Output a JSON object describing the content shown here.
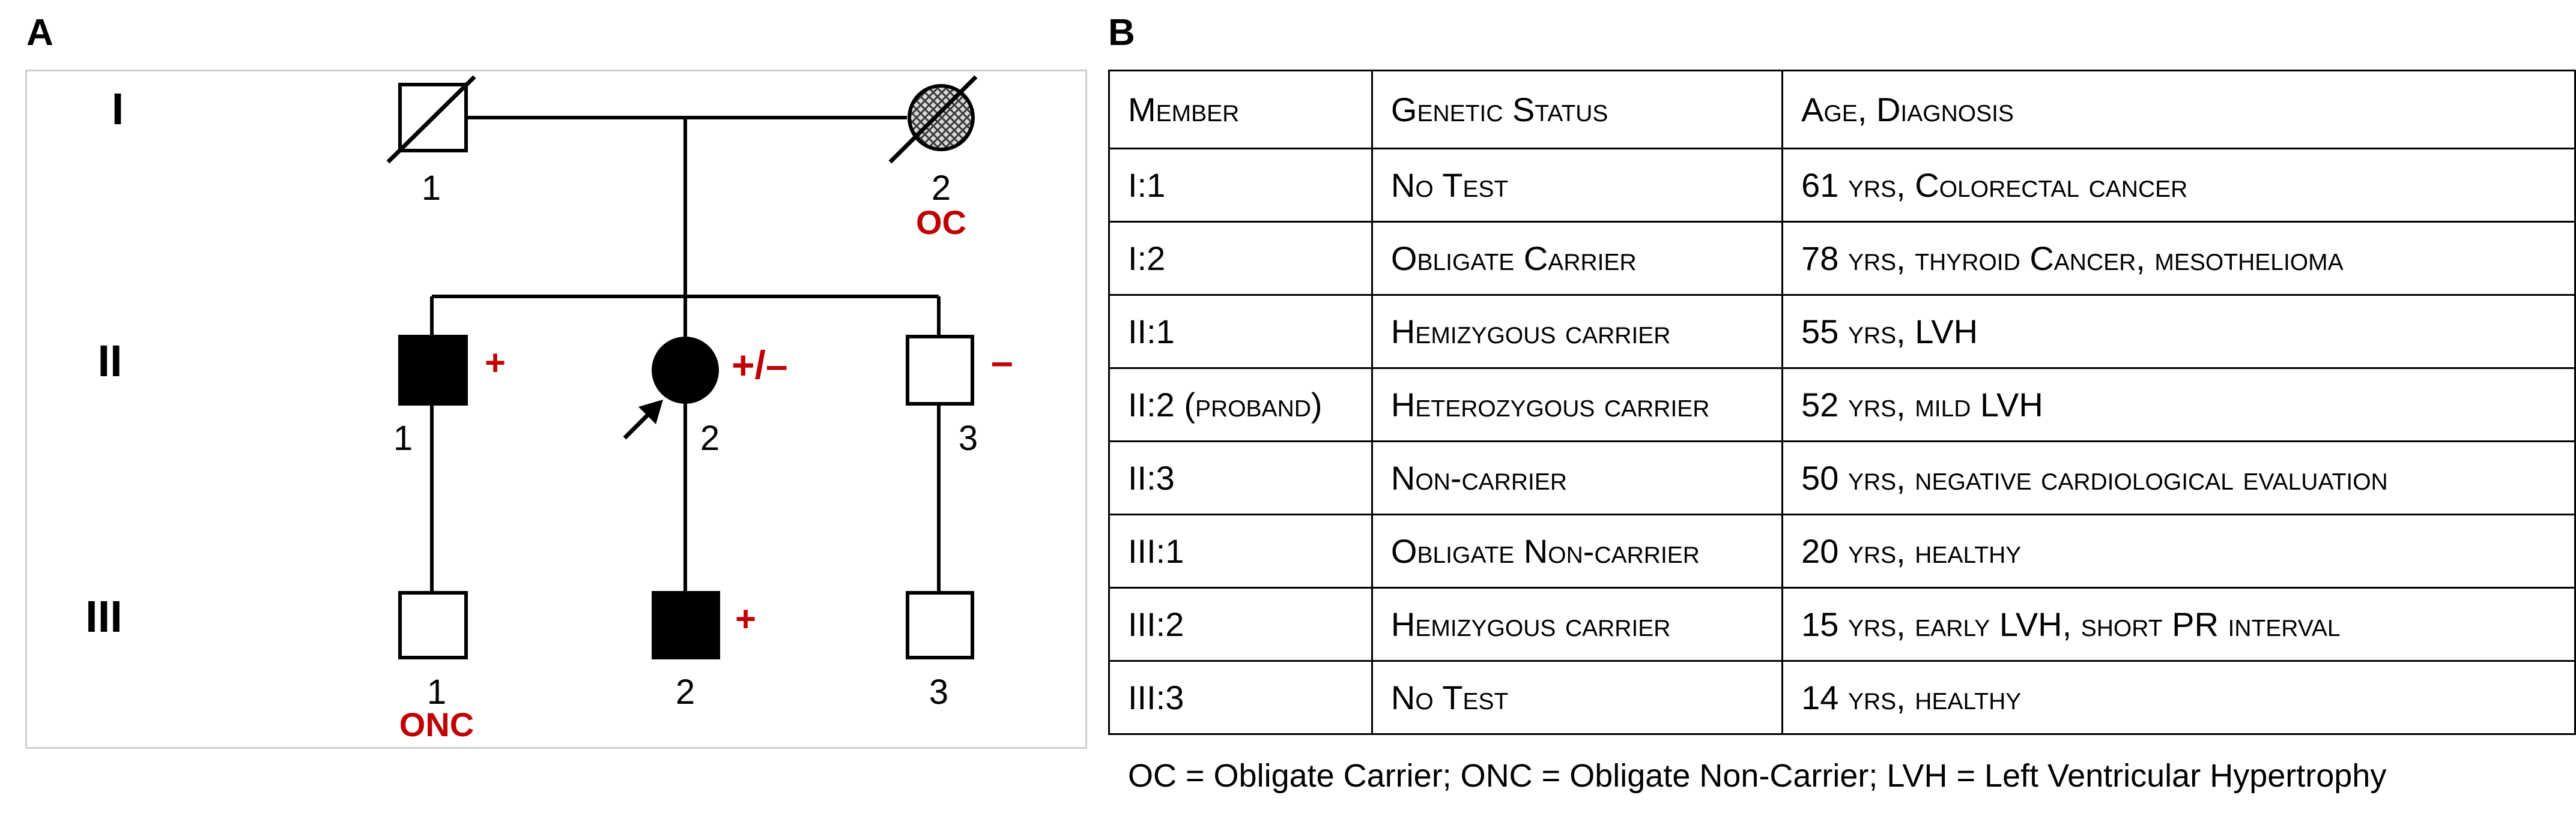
{
  "panels": {
    "a": "A",
    "b": "B"
  },
  "pedigree": {
    "generations": [
      "I",
      "II",
      "III"
    ],
    "individuals": {
      "I1": {
        "number": "1"
      },
      "I2": {
        "number": "2",
        "annotation": "OC"
      },
      "II1": {
        "number": "1",
        "annotation": "+"
      },
      "II2": {
        "number": "2",
        "annotation": "+/–"
      },
      "II3": {
        "number": "3",
        "annotation": "–"
      },
      "III1": {
        "number": "1",
        "annotation": "ONC"
      },
      "III2": {
        "number": "2",
        "annotation": "+"
      },
      "III3": {
        "number": "3"
      }
    },
    "colors": {
      "affected": "#000000",
      "annotation": "#c00000",
      "border": "#cfcfcf"
    }
  },
  "table": {
    "headers": [
      "Member",
      "Genetic Status",
      "Age, Diagnosis"
    ],
    "rows": [
      [
        "I:1",
        "No Test",
        "61 yrs, Colorectal cancer"
      ],
      [
        "I:2",
        "Obligate Carrier",
        "78 yrs, thyroid Cancer, mesothelioma"
      ],
      [
        "II:1",
        "Hemizygous carrier",
        "55 yrs, LVH"
      ],
      [
        "II:2 (proband)",
        "Heterozygous carrier",
        "52 yrs, mild LVH"
      ],
      [
        "II:3",
        "Non-carrier",
        "50 yrs, negative cardiological evaluation"
      ],
      [
        "III:1",
        "Obligate Non-carrier",
        "20 yrs, healthy"
      ],
      [
        "III:2",
        "Hemizygous carrier",
        "15 yrs, early LVH, short PR interval"
      ],
      [
        "III:3",
        "No Test",
        "14 yrs, healthy"
      ]
    ]
  },
  "legend": "OC = Obligate Carrier; ONC = Obligate Non-Carrier; LVH = Left Ventricular Hypertrophy"
}
